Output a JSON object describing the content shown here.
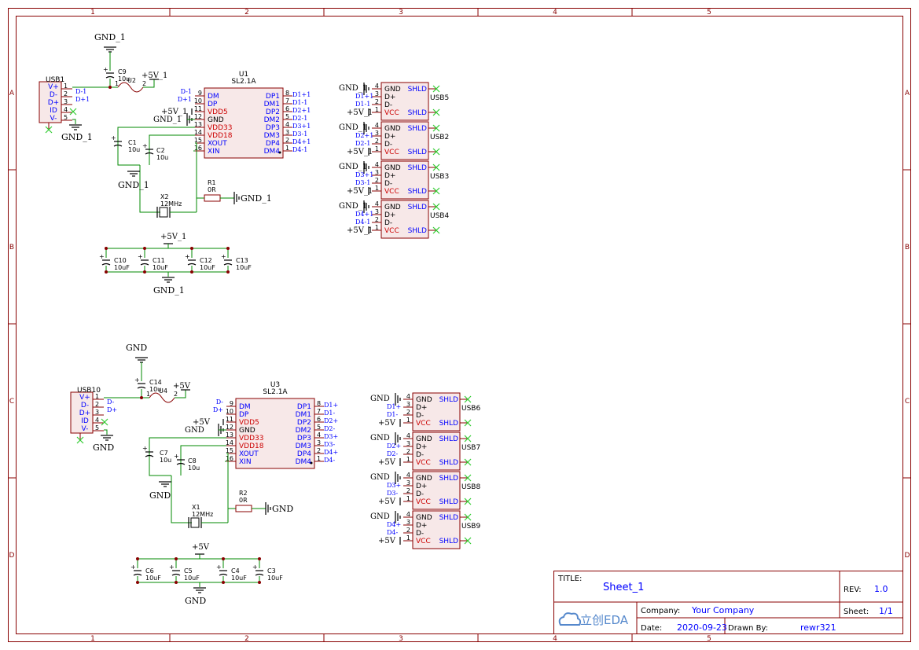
{
  "colors": {
    "frame": "#880000",
    "wire": "#008800",
    "pin_label": "#0000ff",
    "power_pin": "#cc0000",
    "net_text": "#000000",
    "title_text": "#0000ff",
    "logo": "#5588cc",
    "noconnect": "#33cc33"
  },
  "frame": {
    "col_labels": [
      "1",
      "2",
      "3",
      "4",
      "5"
    ],
    "row_labels": [
      "A",
      "B",
      "C",
      "D"
    ]
  },
  "circuits": [
    {
      "usb_in": {
        "ref": "USB1",
        "pins": [
          "V+",
          "D-",
          "D+",
          "ID",
          "V-"
        ],
        "nums": [
          "1",
          "2",
          "3",
          "4",
          "5"
        ],
        "nets": [
          "D-1",
          "D+1"
        ]
      },
      "gnd_top": "GND_1",
      "gnd_usb": "GND_1",
      "cap_top": {
        "ref": "C9",
        "value": "10u"
      },
      "fuse": {
        "ref": "U2",
        "p1": "1",
        "p2": "2"
      },
      "vplus_top": "+5V_1",
      "hub": {
        "ref": "U1",
        "value": "SL2.1A",
        "left_pins": [
          "DM",
          "DP",
          "VDD5",
          "GND",
          "VDD33",
          "VDD18",
          "XOUT",
          "XIN"
        ],
        "left_nums": [
          "9",
          "10",
          "11",
          "12",
          "13",
          "14",
          "15",
          "16"
        ],
        "right_pins": [
          "DP1",
          "DM1",
          "DP2",
          "DM2",
          "DP3",
          "DM3",
          "DP4",
          "DM4"
        ],
        "right_nums": [
          "8",
          "7",
          "6",
          "5",
          "4",
          "3",
          "2",
          "1"
        ],
        "right_nets": [
          "D1+1",
          "D1-1",
          "D2+1",
          "D2-1",
          "D3+1",
          "D3-1",
          "D4+1",
          "D4-1"
        ],
        "left_nets": [
          "D-1",
          "D+1"
        ]
      },
      "hub_vplus": "+5V_1",
      "hub_gnd": "GND_1",
      "c1": {
        "ref": "C1",
        "value": "10u"
      },
      "c2": {
        "ref": "C2",
        "value": "10u"
      },
      "gnd_caps": "GND_1",
      "crystal": {
        "ref": "X2",
        "value": "12MHz"
      },
      "resistor": {
        "ref": "R1",
        "value": "0R"
      },
      "gnd_res": "GND_1",
      "bank": {
        "vplus": "+5V_1",
        "gnd": "GND_1",
        "caps": [
          {
            "ref": "C10",
            "value": "10uF"
          },
          {
            "ref": "C11",
            "value": "10uF"
          },
          {
            "ref": "C12",
            "value": "10uF"
          },
          {
            "ref": "C13",
            "value": "10uF"
          }
        ]
      },
      "ports": [
        {
          "ref": "USB5",
          "gnd": "GND_1",
          "vplus": "+5V_1",
          "dp": "D1+1",
          "dm": "D1-1"
        },
        {
          "ref": "USB2",
          "gnd": "GND_1",
          "vplus": "+5V_1",
          "dp": "D2+1",
          "dm": "D2-1"
        },
        {
          "ref": "USB3",
          "gnd": "GND_1",
          "vplus": "+5V_1",
          "dp": "D3+1",
          "dm": "D3-1"
        },
        {
          "ref": "USB4",
          "gnd": "GND_1",
          "vplus": "+5V_1",
          "dp": "D4+1",
          "dm": "D4-1"
        }
      ]
    },
    {
      "usb_in": {
        "ref": "USB10",
        "pins": [
          "V+",
          "D-",
          "D+",
          "ID",
          "V-"
        ],
        "nums": [
          "1",
          "2",
          "3",
          "4",
          "5"
        ],
        "nets": [
          "D-",
          "D+"
        ]
      },
      "gnd_top": "GND",
      "gnd_usb": "GND",
      "cap_top": {
        "ref": "C14",
        "value": "10u"
      },
      "fuse": {
        "ref": "U4",
        "p1": "1",
        "p2": "2"
      },
      "vplus_top": "+5V",
      "hub": {
        "ref": "U3",
        "value": "SL2.1A",
        "left_pins": [
          "DM",
          "DP",
          "VDD5",
          "GND",
          "VDD33",
          "VDD18",
          "XOUT",
          "XIN"
        ],
        "left_nums": [
          "9",
          "10",
          "11",
          "12",
          "13",
          "14",
          "15",
          "16"
        ],
        "right_pins": [
          "DP1",
          "DM1",
          "DP2",
          "DM2",
          "DP3",
          "DM3",
          "DP4",
          "DM4"
        ],
        "right_nums": [
          "8",
          "7",
          "6",
          "5",
          "4",
          "3",
          "2",
          "1"
        ],
        "right_nets": [
          "D1+",
          "D1-",
          "D2+",
          "D2-",
          "D3+",
          "D3-",
          "D4+",
          "D4-"
        ],
        "left_nets": [
          "D-",
          "D+"
        ]
      },
      "hub_vplus": "+5V",
      "hub_gnd": "GND",
      "c1": {
        "ref": "C7",
        "value": "10u"
      },
      "c2": {
        "ref": "C8",
        "value": "10u"
      },
      "gnd_caps": "GND",
      "crystal": {
        "ref": "X1",
        "value": "12MHz"
      },
      "resistor": {
        "ref": "R2",
        "value": "0R"
      },
      "gnd_res": "GND",
      "bank": {
        "vplus": "+5V",
        "gnd": "GND",
        "caps": [
          {
            "ref": "C6",
            "value": "10uF"
          },
          {
            "ref": "C5",
            "value": "10uF"
          },
          {
            "ref": "C4",
            "value": "10uF"
          },
          {
            "ref": "C3",
            "value": "10uF"
          }
        ]
      },
      "ports": [
        {
          "ref": "USB6",
          "gnd": "GND",
          "vplus": "+5V",
          "dp": "D1+",
          "dm": "D1-"
        },
        {
          "ref": "USB7",
          "gnd": "GND",
          "vplus": "+5V",
          "dp": "D2+",
          "dm": "D2-"
        },
        {
          "ref": "USB8",
          "gnd": "GND",
          "vplus": "+5V",
          "dp": "D3+",
          "dm": "D3-"
        },
        {
          "ref": "USB9",
          "gnd": "GND",
          "vplus": "+5V",
          "dp": "D4+",
          "dm": "D4-"
        }
      ]
    }
  ],
  "port_pins": {
    "gnd": "GND",
    "dp": "D+",
    "dm": "D-",
    "vcc": "VCC",
    "shld": "SHLD",
    "nums": [
      "4",
      "3",
      "2",
      "1"
    ]
  },
  "title_block": {
    "title_label": "TITLE:",
    "title": "Sheet_1",
    "rev_label": "REV:",
    "rev": "1.0",
    "company_label": "Company:",
    "company": "Your Company",
    "sheet_label": "Sheet:",
    "sheet": "1/1",
    "date_label": "Date:",
    "date": "2020-09-23",
    "drawn_label": "Drawn By:",
    "drawn_by": "rewr321",
    "logo_text": "立创EDA"
  }
}
